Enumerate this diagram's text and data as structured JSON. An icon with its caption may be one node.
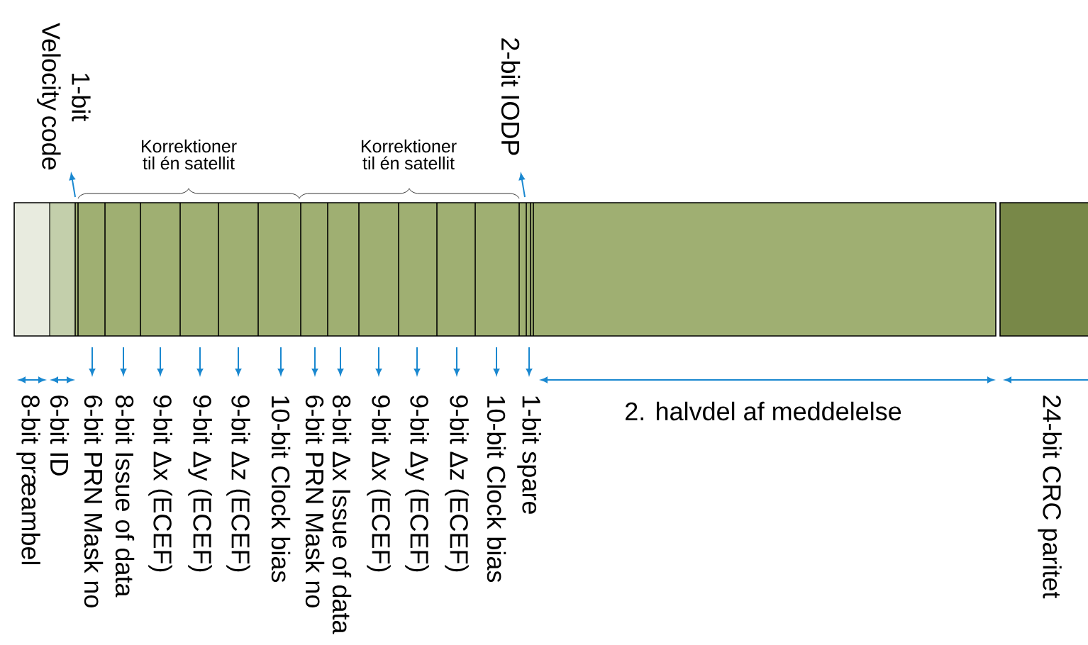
{
  "diagram": {
    "labels": [
      "1-bit Velocity code",
      "Korrektioner til én satellit",
      "Korrektioner til én satellit",
      "2-bit IODP",
      "8-bit præambel",
      "6-bit ID",
      "6-bit PRN Mask no",
      "8-bit Issue of data",
      "9-bit Δx (ECEF)",
      "9-bit Δy (ECEF)",
      "9-bit Δz (ECEF)",
      "10-bit Clock bias",
      "6-bit PRN Mask no",
      "8-bit Δx Issue of data",
      "9-bit Δx (ECEF)",
      "9-bit Δy (ECEF)",
      "9-bit Δz (ECEF)",
      "10-bit Clock bias",
      "1-bit spare",
      "2. halvdel af meddelelse",
      "24-bit CRC paritet"
    ]
  }
}
